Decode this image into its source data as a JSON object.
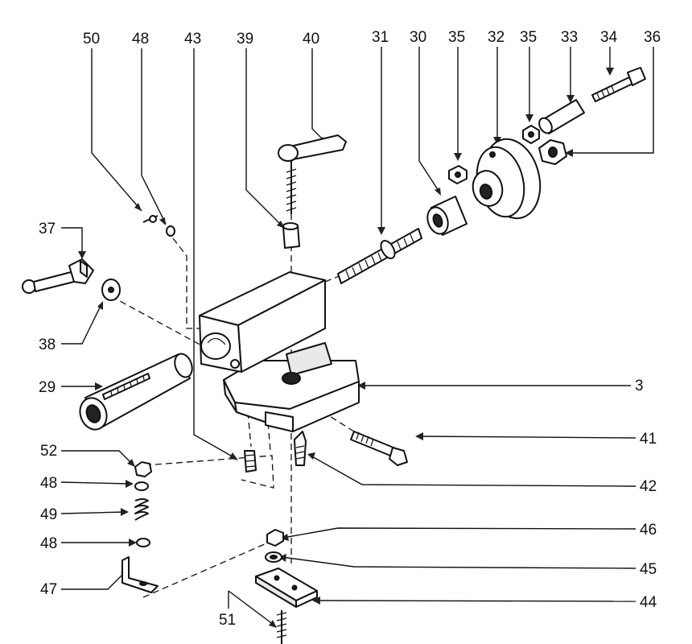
{
  "labels": {
    "l50": "50",
    "l48a": "48",
    "l43": "43",
    "l39": "39",
    "l40": "40",
    "l31": "31",
    "l30": "30",
    "l35a": "35",
    "l32": "32",
    "l35b": "35",
    "l33": "33",
    "l34": "34",
    "l36": "36",
    "l37": "37",
    "l38": "38",
    "l29": "29",
    "l3": "3",
    "l41": "41",
    "l42": "42",
    "l52": "52",
    "l48b": "48",
    "l49": "49",
    "l48c": "48",
    "l47": "47",
    "l46": "46",
    "l45": "45",
    "l44": "44",
    "l51": "51"
  }
}
